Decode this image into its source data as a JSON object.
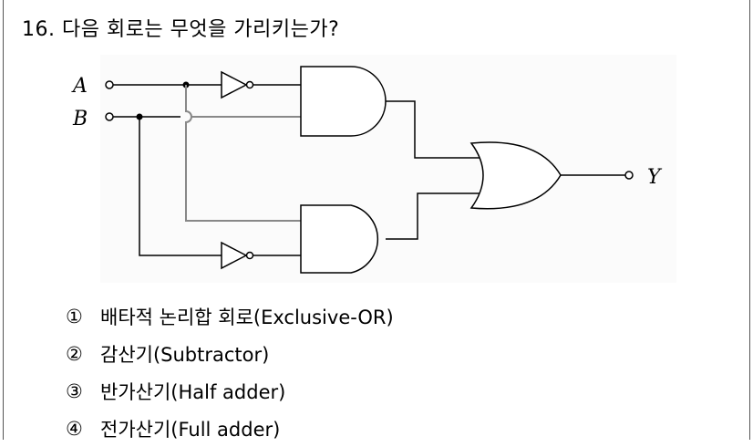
{
  "question": {
    "text": "16. 다음 회로는 무엇을 가리키는가?"
  },
  "circuit": {
    "input_a_label": "A",
    "input_b_label": "B",
    "output_label": "Y"
  },
  "choices": [
    {
      "number": "①",
      "text": "배타적 논리합 회로(Exclusive-OR)"
    },
    {
      "number": "②",
      "text": "감산기(Subtractor)"
    },
    {
      "number": "③",
      "text": "반가산기(Half adder)"
    },
    {
      "number": "④",
      "text": "전가산기(Full adder)"
    }
  ]
}
